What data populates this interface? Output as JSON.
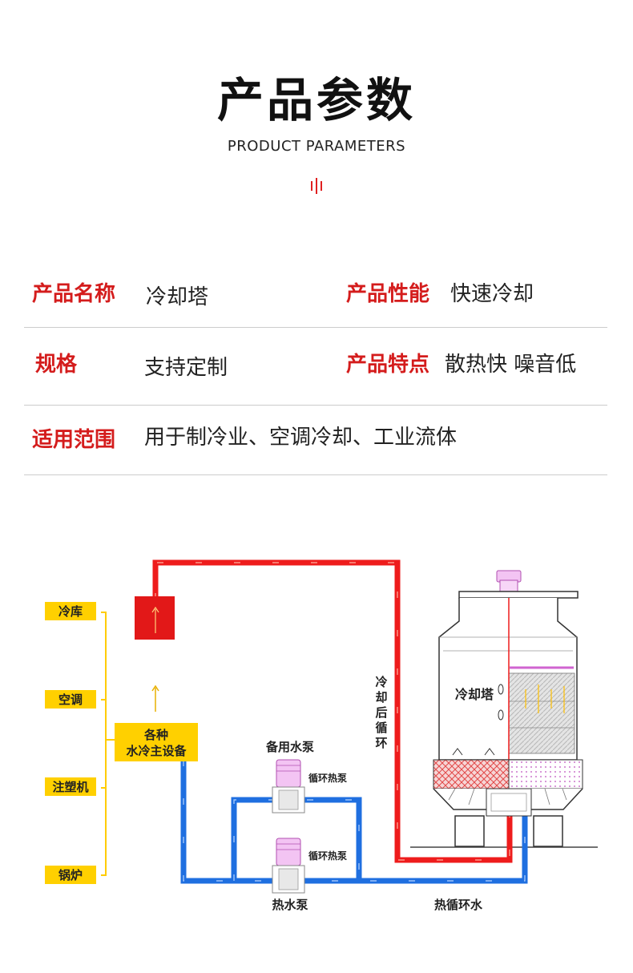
{
  "header": {
    "title": "产品参数",
    "subtitle": "PRODUCT PARAMETERS"
  },
  "params": {
    "name_label": "产品名称",
    "name_value": "冷却塔",
    "perf_label": "产品性能",
    "perf_value": "快速冷却",
    "spec_label": "规格",
    "spec_value": "支持定制",
    "feature_label": "产品特点",
    "feature_value": "散热快 噪音低",
    "scope_label": "适用范围",
    "scope_value": "用于制冷业、空调冷却、工业流体"
  },
  "diagram": {
    "apps": [
      "冷库",
      "空调",
      "注塑机",
      "锅炉"
    ],
    "host_line1": "各种",
    "host_line2": "水冷主设备",
    "vertical_label": [
      "冷",
      "却",
      "后",
      "循",
      "环"
    ],
    "tower_label": "冷却塔",
    "standby_pump": "备用水泵",
    "pump_label_1": "循环热泵",
    "pump_label_2": "循环热泵",
    "hot_pump": "热水泵",
    "hot_water": "热循环水"
  },
  "colors": {
    "accent_red": "#d41c1c",
    "pipe_red": "#ee1c1c",
    "pipe_blue": "#1f6fe0",
    "label_yellow": "#ffd000"
  }
}
